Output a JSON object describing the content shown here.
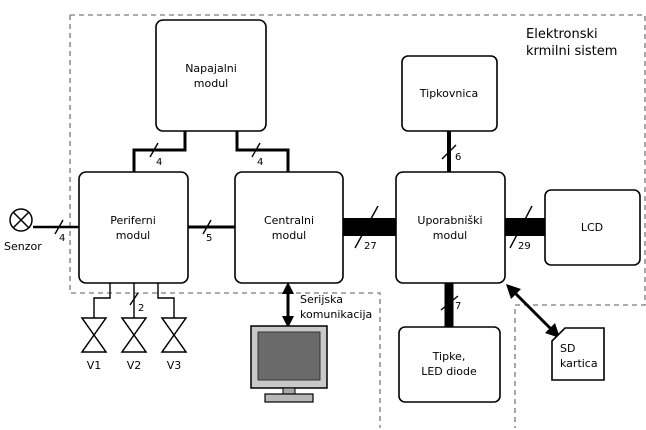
{
  "system_title_line1": "Elektronski",
  "system_title_line2": "krmilni sistem",
  "modules": {
    "napajalni": [
      "Napajalni",
      "modul"
    ],
    "periferni": [
      "Periferni",
      "modul"
    ],
    "centralni": [
      "Centralni",
      "modul"
    ],
    "uporabniski": [
      "Uporabniški",
      "modul"
    ],
    "tipkovnica": [
      "Tipkovnica"
    ],
    "lcd": [
      "LCD"
    ],
    "tipke": [
      "Tipke,",
      "LED diode"
    ],
    "sd": [
      "SD",
      "kartica"
    ]
  },
  "labels": {
    "senzor": "Senzor",
    "serijska_line1": "Serijska",
    "serijska_line2": "komunikacija",
    "valves": [
      "V1",
      "V2",
      "V3"
    ]
  },
  "bus_widths": {
    "napajalni_periferni": "4",
    "napajalni_centralni": "4",
    "senzor": "4",
    "periferni_centralni": "5",
    "centralni_uporabniski": "27",
    "uporabniski_lcd": "29",
    "tipkovnica": "6",
    "tipke": "7",
    "valves": "2"
  }
}
